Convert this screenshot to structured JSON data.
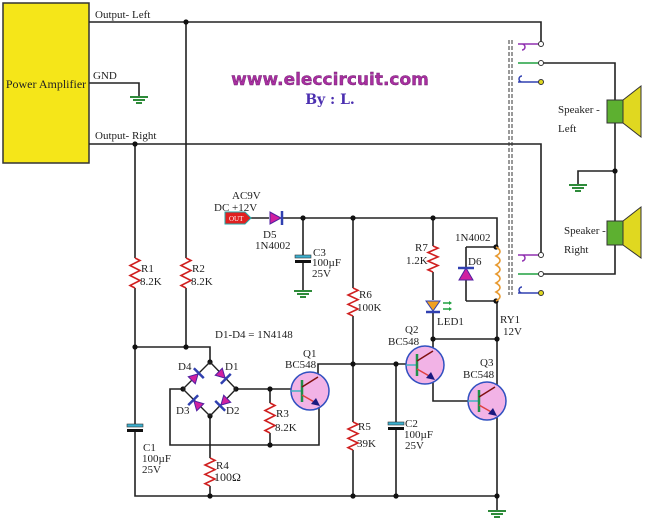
{
  "amplifier": {
    "label": "Power Amplifier",
    "output_left": "Output- Left",
    "gnd": "GND",
    "output_right": "Output- Right"
  },
  "watermark": {
    "site": "www.eleccircuit.com",
    "author": "By : L."
  },
  "supply": {
    "line1": "AC9V",
    "line2": "DC +12V",
    "tag": "OUT"
  },
  "d5": {
    "name": "D5",
    "value": "1N4002"
  },
  "c3": {
    "name": "C3",
    "value": "100µF",
    "voltage": "25V"
  },
  "r6": {
    "name": "R6",
    "value": "100K"
  },
  "r7": {
    "name": "R7",
    "value": "1.2K"
  },
  "d6": {
    "name": "D6",
    "value": "1N4002"
  },
  "led1": {
    "name": "LED1"
  },
  "ry1": {
    "name": "RY1",
    "value": "12V"
  },
  "q1": {
    "name": "Q1",
    "value": "BC548"
  },
  "q2": {
    "name": "Q2",
    "value": "BC548"
  },
  "q3": {
    "name": "Q3",
    "value": "BC548"
  },
  "bridge": {
    "note": "D1-D4 = 1N4148",
    "d1": "D1",
    "d2": "D2",
    "d3": "D3",
    "d4": "D4"
  },
  "r1": {
    "name": "R1",
    "value": "8.2K"
  },
  "r2": {
    "name": "R2",
    "value": "8.2K"
  },
  "r3": {
    "name": "R3",
    "value": "8.2K"
  },
  "r4": {
    "name": "R4",
    "value": "100Ω"
  },
  "r5": {
    "name": "R5",
    "value": "39K"
  },
  "c1": {
    "name": "C1",
    "value": "100µF",
    "voltage": "25V"
  },
  "c2": {
    "name": "C2",
    "value": "100µF",
    "voltage": "25V"
  },
  "speakers": {
    "left_1": "Speaker -",
    "left_2": "Left",
    "right_1": "Speaker -",
    "right_2": "Right"
  },
  "colors": {
    "amplifier": "#F5E619",
    "transistor": "#F2B3E6",
    "diode": "#D020A0",
    "ground": "#2E8B3A",
    "resistor": "#D02020",
    "relay_coil": "#E89A30",
    "speaker_magnet": "#5DB030",
    "speaker_cone": "#E0D820"
  }
}
